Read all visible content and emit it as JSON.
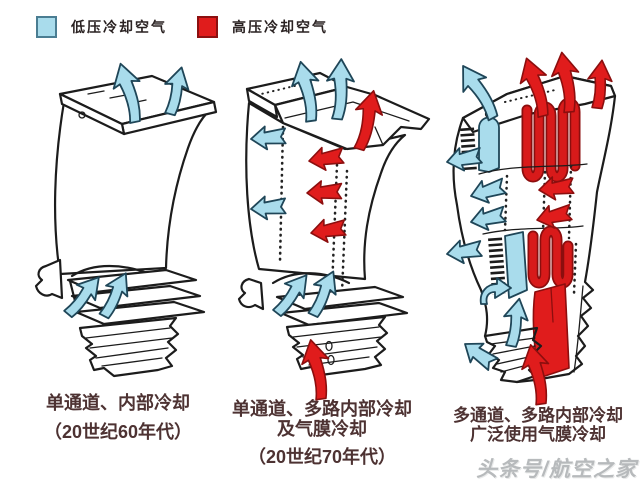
{
  "legend": {
    "low_pressure": {
      "label": "低压冷却空气",
      "color": "#a9dcec",
      "border": "#4a7d92"
    },
    "high_pressure": {
      "label": "高压冷却空气",
      "color": "#e01c1c",
      "border": "#8c1010"
    }
  },
  "figures": [
    {
      "name": "single-pass-internal-cooling",
      "caption": [
        "单通道、内部冷却",
        "（20世纪60年代）"
      ]
    },
    {
      "name": "single-pass-multipath-film-cooling",
      "caption": [
        "单通道、多路内部冷却",
        "及气膜冷却",
        "（20世纪70年代）"
      ]
    },
    {
      "name": "multi-channel-multipath-film-cooling",
      "caption": [
        "多通道、多路内部冷却",
        "广泛使用气膜冷却"
      ]
    }
  ],
  "watermark": {
    "text": "头条号/航空之家"
  },
  "colors": {
    "background": "#ffffff",
    "line_art": "#1c1c1c",
    "cool_air": "#a9dcec",
    "hot_air": "#e01c1c",
    "caption_text": "#4d3232",
    "watermark_text": "#b7babc"
  }
}
